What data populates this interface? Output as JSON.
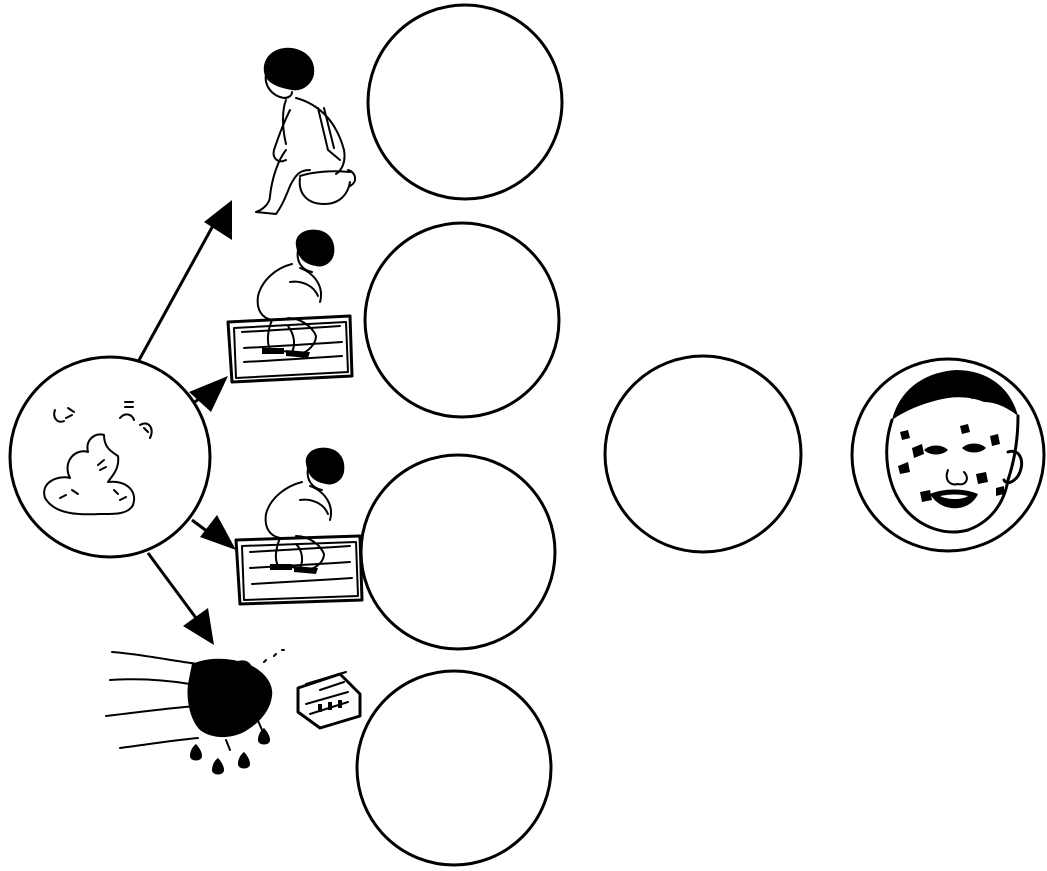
{
  "diagram": {
    "source": {
      "icon": "feces-icon"
    },
    "branches": [
      {
        "id": "potty",
        "icon": "child-on-potty-icon"
      },
      {
        "id": "latrine-slab",
        "icon": "child-squatting-on-slab-icon"
      },
      {
        "id": "latrine-slab-2",
        "icon": "child-squatting-on-slab-icon"
      },
      {
        "id": "handwashing",
        "icon": "dirty-hands-with-soap-icon"
      }
    ],
    "intermediate": {
      "icon": "empty-circle"
    },
    "outcome": {
      "icon": "sick-child-face-icon"
    },
    "colors": {
      "line": "#000000",
      "background": "#ffffff"
    }
  }
}
